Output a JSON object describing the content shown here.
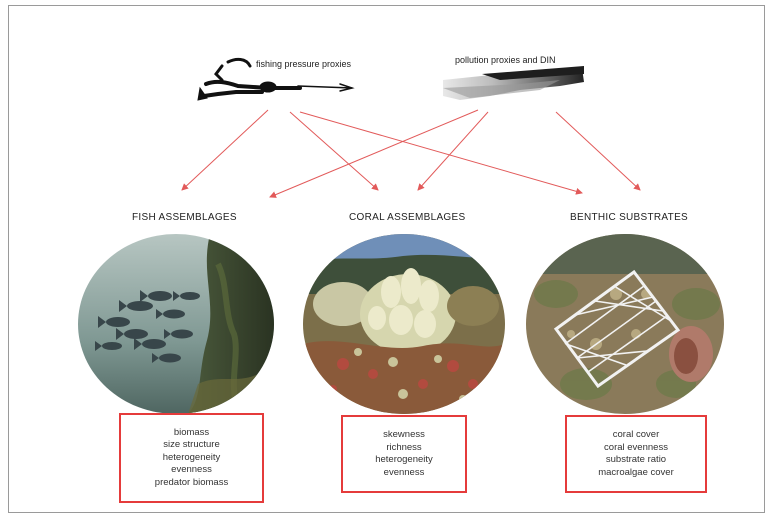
{
  "drivers": {
    "fishing": {
      "label": "fishing pressure proxies",
      "icon": "spearfisher-icon"
    },
    "pollution": {
      "label": "pollution proxies and DIN",
      "icon": "coastal-pollution-icon"
    }
  },
  "sections": [
    {
      "id": "fish",
      "title": "FISH ASSEMBLAGES",
      "photo": "fish-school-photo",
      "metrics": [
        "biomass",
        "size structure",
        "heterogeneity",
        "evenness",
        "predator biomass"
      ]
    },
    {
      "id": "coral",
      "title": "CORAL ASSEMBLAGES",
      "photo": "coral-reef-photo",
      "metrics": [
        "skewness",
        "richness",
        "heterogeneity",
        "evenness"
      ]
    },
    {
      "id": "benthic",
      "title": "BENTHIC SUBSTRATES",
      "photo": "quadrat-survey-photo",
      "metrics": [
        "coral cover",
        "coral evenness",
        "substrate ratio",
        "macroalgae cover"
      ]
    }
  ],
  "colors": {
    "arrow": "#e25a5a",
    "box_border": "#e53b3b",
    "frame": "#9a9a9a"
  }
}
